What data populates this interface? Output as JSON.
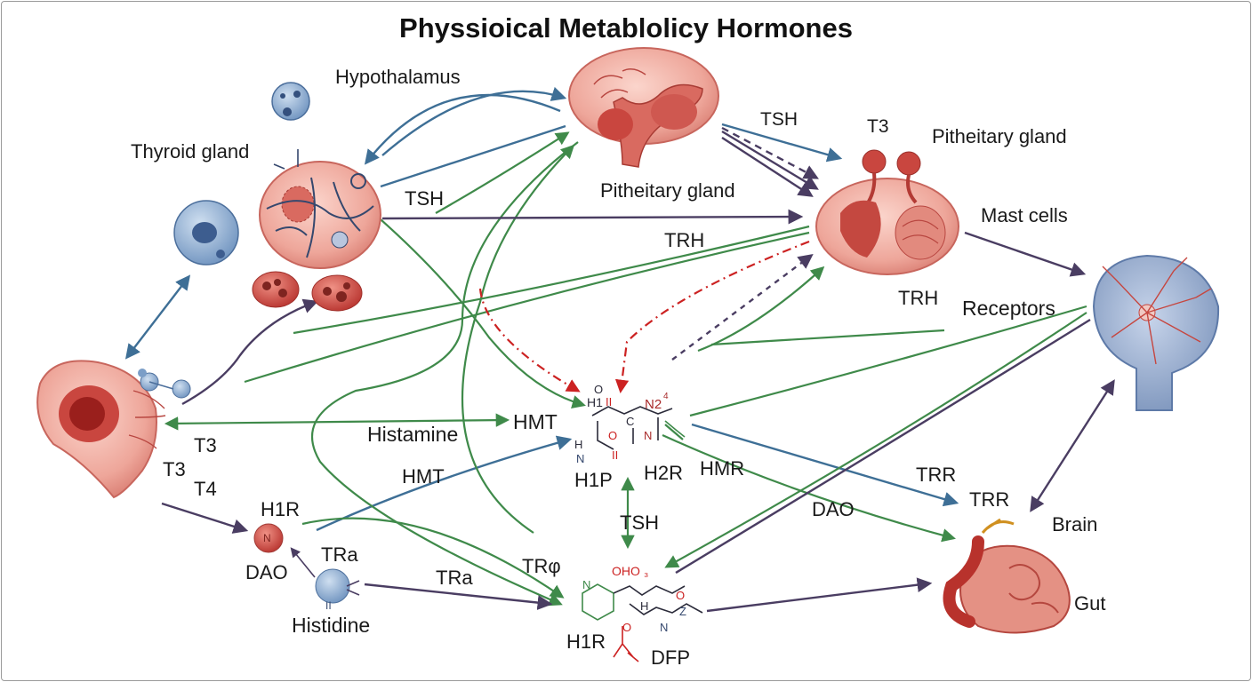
{
  "title": "Physsioical Metablolicy Hormones",
  "labels": {
    "hypothalamus": "Hypothalamus",
    "thyroid_gland": "Thyroid gland",
    "tsh_top": "TSH",
    "t3_top": "T3",
    "pitheitary_gland_right": "Pitheitary gland",
    "pitheitary_gland_center": "Pitheitary gland",
    "tsh_mid": "TSH",
    "mast_cells": "Mast cells",
    "trh_upper": "TRH",
    "trh_right": "TRH",
    "receptors": "Receptors",
    "histamine": "Histamine",
    "hmt_center": "HMT",
    "t3_left": "T3",
    "t3_lower": "T3",
    "t4": "T4",
    "hmt_lower": "HMT",
    "h1p": "H1P",
    "h2r": "H2R",
    "hmr": "HMR",
    "trr_1": "TRR",
    "trr_2": "TRR",
    "dao_right": "DAO",
    "tsh_lower": "TSH",
    "brain": "Brain",
    "h1r_left": "H1R",
    "tra_1": "TRa",
    "dao_left": "DAO",
    "tra_2": "TRa",
    "trphi": "TRφ",
    "histidine": "Histidine",
    "gut": "Gut",
    "h1r_bottom": "H1R",
    "dfp": "DFP"
  },
  "chem_text": {
    "top_o": "O",
    "h1": "H1",
    "ii_1": "II",
    "n2": "N2",
    "sup4": "4",
    "c": "C",
    "o_mid": "O",
    "n_mid": "N",
    "h_left": "H",
    "n_left": "N",
    "ii_2": "II",
    "oho": "OHO",
    "o_small": "₃",
    "h_bottom": "H",
    "o_bottom": "O",
    "z": "Z",
    "n_bottom": "N",
    "o_right": "O",
    "n_pyr": "N",
    "n_sphere": "N",
    "ii_sphere": "II"
  },
  "colors": {
    "blue_arrow": "#3e6f96",
    "green_arrow": "#3f8a4a",
    "purple_arrow": "#4a3d62",
    "red_arrow": "#cc2222",
    "tissue_pink": "#eea69a",
    "tissue_red": "#c4413b",
    "cell_blue": "#7b9ec7",
    "brain_blue": "#8fa6c9"
  }
}
